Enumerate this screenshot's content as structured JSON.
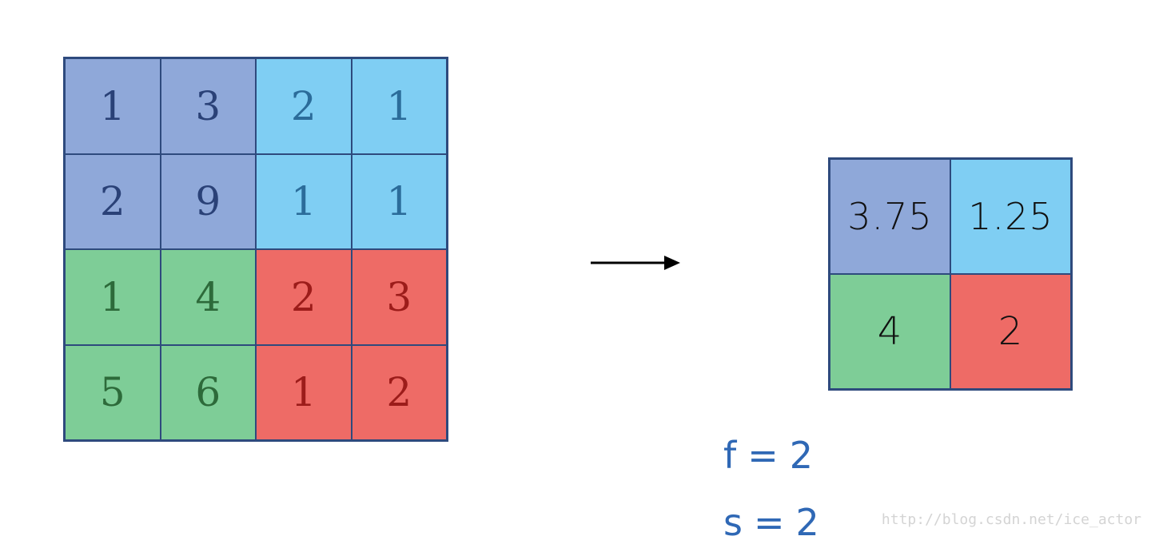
{
  "input_matrix": {
    "rows": [
      [
        {
          "value": "1",
          "color": "purple"
        },
        {
          "value": "3",
          "color": "purple"
        },
        {
          "value": "2",
          "color": "blue"
        },
        {
          "value": "1",
          "color": "blue"
        }
      ],
      [
        {
          "value": "2",
          "color": "purple"
        },
        {
          "value": "9",
          "color": "purple"
        },
        {
          "value": "1",
          "color": "blue"
        },
        {
          "value": "1",
          "color": "blue"
        }
      ],
      [
        {
          "value": "1",
          "color": "green"
        },
        {
          "value": "4",
          "color": "green"
        },
        {
          "value": "2",
          "color": "red"
        },
        {
          "value": "3",
          "color": "red"
        }
      ],
      [
        {
          "value": "5",
          "color": "green"
        },
        {
          "value": "6",
          "color": "green"
        },
        {
          "value": "1",
          "color": "red"
        },
        {
          "value": "2",
          "color": "red"
        }
      ]
    ]
  },
  "output_matrix": {
    "rows": [
      [
        {
          "value": "3.75",
          "color": "purple"
        },
        {
          "value": "1.25",
          "color": "blue"
        }
      ],
      [
        {
          "value": "4",
          "color": "green"
        },
        {
          "value": "2",
          "color": "red"
        }
      ]
    ]
  },
  "params": {
    "f_label": "f",
    "f_eq": "=",
    "f_value": "2",
    "s_label": "s",
    "s_eq": "=",
    "s_value": "2"
  },
  "watermark": "http://blog.csdn.net/ice_actor",
  "colors": {
    "purple": "#8fa8d9",
    "blue": "#7fcef3",
    "green": "#7ecd97",
    "red": "#ee6b66",
    "border": "#2e4a7d",
    "param_ink": "#2f68b5"
  },
  "icons": {
    "arrow": "right-arrow-icon"
  }
}
